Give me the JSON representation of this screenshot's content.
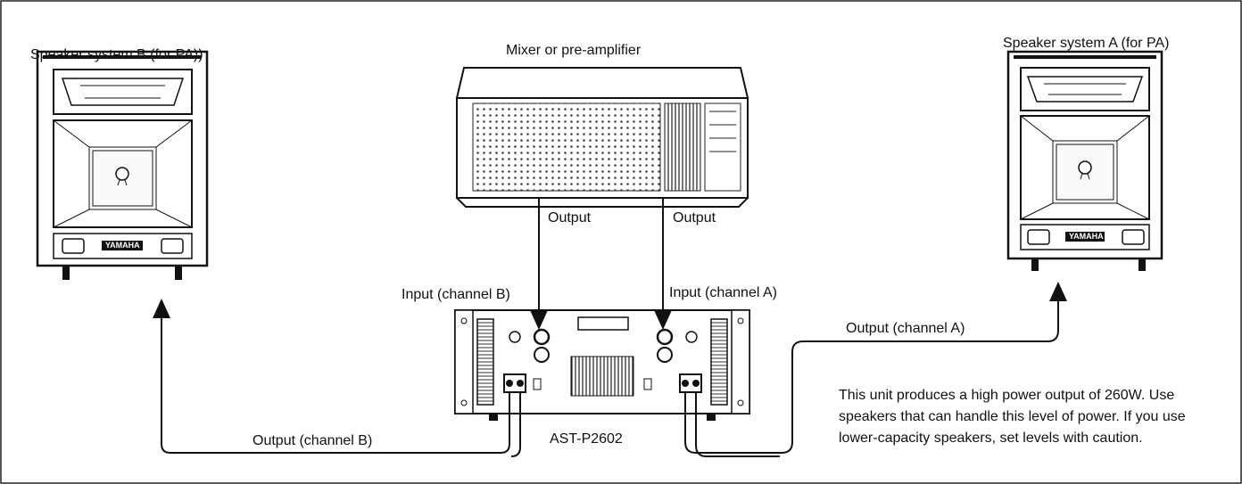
{
  "labels": {
    "speaker_b": "Speaker system B (for PA))",
    "mixer": "Mixer or pre-amplifier",
    "speaker_a": "Speaker system A (for PA)",
    "output_left": "Output",
    "output_right": "Output",
    "input_b": "Input (channel B)",
    "input_a": "Input (channel A)",
    "output_channel_a": "Output (channel A)",
    "output_channel_b": "Output (channel B)",
    "amp_model": "AST-P2602",
    "speaker_badge_b": "YAMAHA",
    "speaker_badge_a": "YAMAHA"
  },
  "note": {
    "line1": "This unit produces a high power output of 260W.  Use",
    "line2": "speakers that can handle this level of power.  If you use",
    "line3": "lower-capacity speakers, set levels with caution."
  },
  "colors": {
    "ink": "#111111",
    "paper": "#ffffff",
    "dots": "#444444"
  }
}
